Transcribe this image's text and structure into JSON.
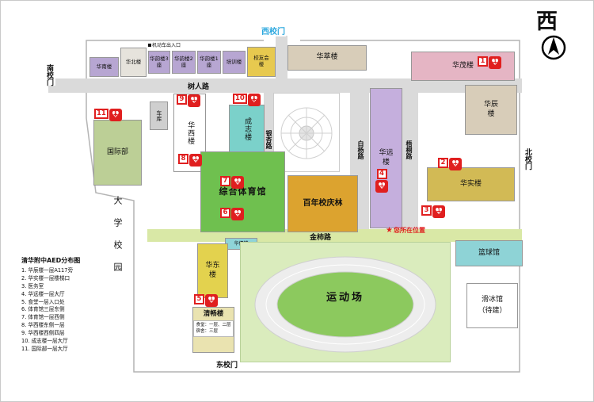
{
  "compass": {
    "west": "西"
  },
  "gates": {
    "west": "西校门",
    "south": "南校门",
    "north": "北校门",
    "east": "东校门"
  },
  "roads": {
    "shuren": "树人路",
    "jinshi": "金柿路",
    "yinxing": "银杏路",
    "baiyang": "白杨路",
    "wutong": "梧桐路"
  },
  "labels": {
    "campus_side": "大学校园",
    "vehicle_entrance": "机动车出入口",
    "location_star": "★",
    "location": "您所在位置"
  },
  "buildings": {
    "huanan": "华南楼",
    "huabei": "华北楼",
    "huayun3": "华韵楼3座",
    "huayun2": "华韵楼2座",
    "huayun1": "华韵楼1座",
    "peixun": "培训楼",
    "xiaoyouhui": "校友会楼",
    "huacui": "华萃楼",
    "huamao": "华茂楼",
    "huachen": "华辰楼",
    "huashi": "华实楼",
    "guojibu": "国际部",
    "cheku": "车库",
    "huaxi": "华西楼",
    "chengzhi": "成志楼",
    "huayuan": "华远楼",
    "gym": "综合体育馆",
    "centennial": "百年校庆林",
    "huaqian": "华倩楼",
    "huadong": "华东楼",
    "qingchang": "清畅楼",
    "qingchang_note1": "食堂：一层、二层",
    "qingchang_note2": "宿舍：三层",
    "sportsfield": "运动场",
    "basketball": "篮球馆",
    "skating_line1": "滑冰馆",
    "skating_line2": "（待建）"
  },
  "aed": {
    "numbers": [
      "1",
      "2",
      "3",
      "4",
      "5",
      "6",
      "7",
      "8",
      "9",
      "10",
      "11"
    ]
  },
  "icons": {
    "heart": "♥"
  },
  "legend": {
    "title": "清华附中AED分布图",
    "items": [
      "1. 华辰楼一层A117旁",
      "2. 华实楼一层楼梯口",
      "3. 医务室",
      "4. 华远楼一层大厅",
      "5. 食堂一层入口处",
      "6. 体育馆三层东侧",
      "7. 体育馆一层西侧",
      "8. 华西楼东侧一层",
      "9. 华西楼西侧四层",
      "10. 成志楼一层大厅",
      "11. 国际部一层大厅"
    ]
  },
  "colors": {
    "aed_red": "#e01f1f",
    "gate_west_text": "#2aa7de",
    "road_gray": "#dadada",
    "jinshi_road": "#d9e8a6",
    "huanan": "#b7a6d2",
    "huabei": "#e6e3dc",
    "huayun": "#b7a6d2",
    "peixun": "#b7a6d2",
    "xiaoyouhui": "#e7c94f",
    "huacui": "#d8cdb9",
    "huamao": "#e5b5c4",
    "huachen": "#d8cdb9",
    "huashi": "#d2ba55",
    "guojibu": "#bccf96",
    "cheku": "#cfcfcf",
    "huaxi": "#ffffff",
    "chengzhi": "#7bd1ca",
    "huayuan": "#c5afdd",
    "gym": "#6fc04f",
    "centennial": "#dca32f",
    "huaqian": "#8fd4d8",
    "huadong": "#e3d24e",
    "qingchang": "#eae3b0",
    "field_bg": "#daecbd",
    "track_ring": "#ededed",
    "field_inner": "#8cc95e",
    "basketball": "#8ed3d6",
    "skating": "#ffffff"
  }
}
